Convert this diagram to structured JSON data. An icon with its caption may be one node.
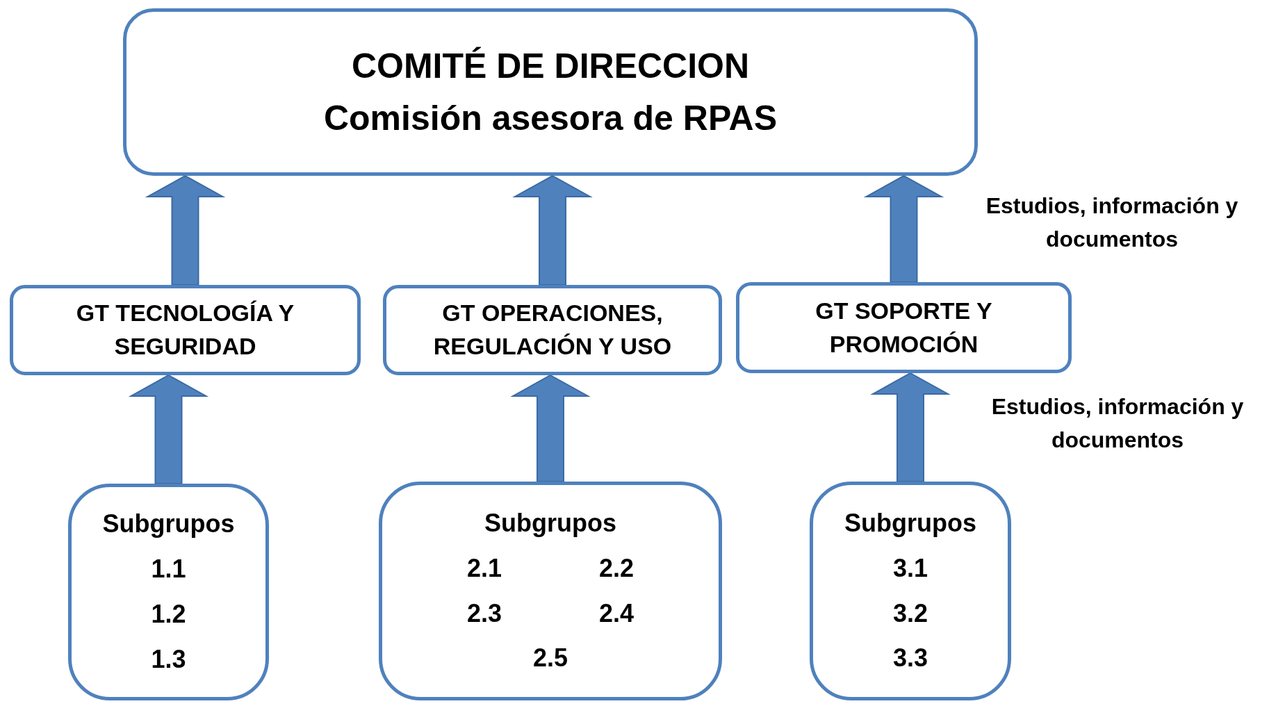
{
  "diagram": {
    "nodes": [
      {
        "text": [
          "COMITÉ DE DIRECCION",
          "Comisión asesora de RPAS"
        ]
      },
      {
        "text": [
          "GT TECNOLOGÍA Y SEGURIDAD"
        ]
      },
      {
        "text": [
          "GT OPERACIONES, REGULACIÓN Y USO"
        ]
      },
      {
        "text": [
          "GT SOPORTE Y PROMOCIÓN"
        ]
      },
      {
        "text": [
          "Subgrupos",
          "1.1",
          "1.2",
          "1.3"
        ]
      },
      {
        "text": [
          "Subgrupos",
          "2.1",
          "2.2",
          "2.3",
          "2.4",
          "2.5"
        ]
      },
      {
        "text": [
          "Subgrupos",
          "3.1",
          "3.2",
          "3.3"
        ]
      }
    ],
    "edges": [
      {
        "from": 1,
        "to": 0,
        "arrow": "to"
      },
      {
        "from": 2,
        "to": 0,
        "arrow": "to"
      },
      {
        "from": 3,
        "to": 0,
        "arrow": "to"
      },
      {
        "from": 4,
        "to": 1,
        "arrow": "to"
      },
      {
        "from": 5,
        "to": 2,
        "arrow": "to"
      },
      {
        "from": 6,
        "to": 3,
        "arrow": "to"
      }
    ],
    "labels": [
      "Estudios, información y documentos",
      "Estudios, información y documentos"
    ]
  }
}
